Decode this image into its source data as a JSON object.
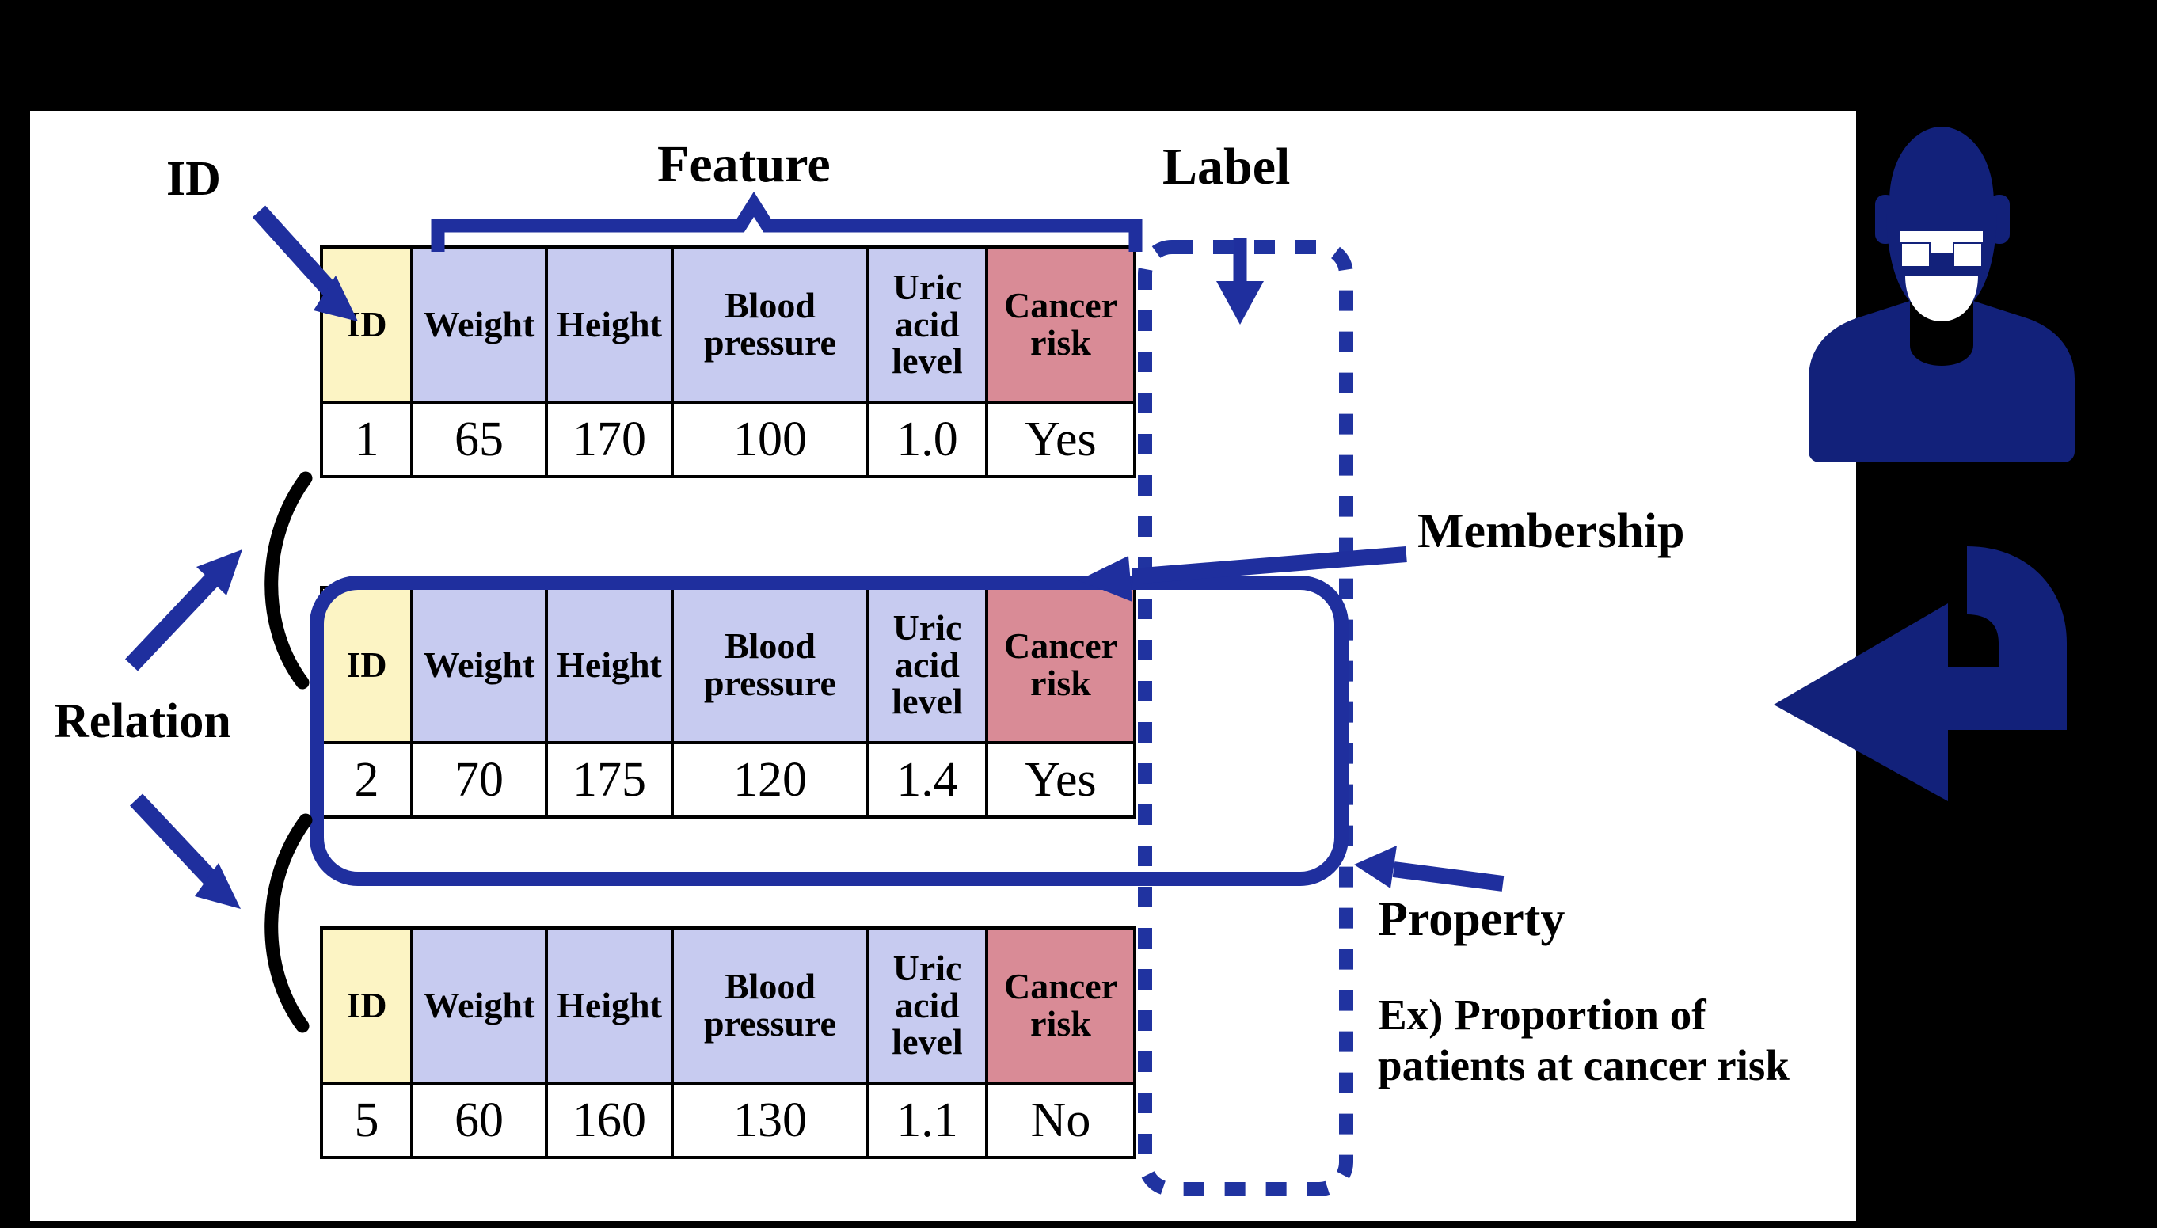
{
  "canvas": {
    "background": "#000000",
    "sheet_color": "#ffffff"
  },
  "colors": {
    "id_cell": "#fcf4c4",
    "feature_cell": "#c7cbf0",
    "label_cell": "#d98b96",
    "accent_blue": "#1f2f9e",
    "annotation_blue": "#2033a0",
    "black": "#000000"
  },
  "annotations": {
    "id": "ID",
    "feature": "Feature",
    "label": "Label",
    "relation": "Relation",
    "membership": "Membership",
    "property": "Property",
    "property_example": "Ex) Proportion of patients at cancer risk"
  },
  "table": {
    "headers": {
      "id": "ID",
      "weight": "Weight",
      "height": "Height",
      "blood_pressure_line1": "Blood",
      "blood_pressure_line2": "pressure",
      "uric_line1": "Uric",
      "uric_line2": "acid",
      "uric_line3": "level",
      "cancer_line1": "Cancer",
      "cancer_line2": "risk"
    },
    "rows": [
      {
        "id": "1",
        "weight": "65",
        "height": "170",
        "blood_pressure": "100",
        "uric_acid_level": "1.0",
        "cancer_risk": "Yes"
      },
      {
        "id": "2",
        "weight": "70",
        "height": "175",
        "blood_pressure": "120",
        "uric_acid_level": "1.4",
        "cancer_risk": "Yes"
      },
      {
        "id": "5",
        "weight": "60",
        "height": "160",
        "blood_pressure": "130",
        "uric_acid_level": "1.1",
        "cancer_risk": "No"
      }
    ]
  },
  "icons": {
    "person": "person-icon",
    "big_arrow": "thick-left-arrow-icon"
  }
}
